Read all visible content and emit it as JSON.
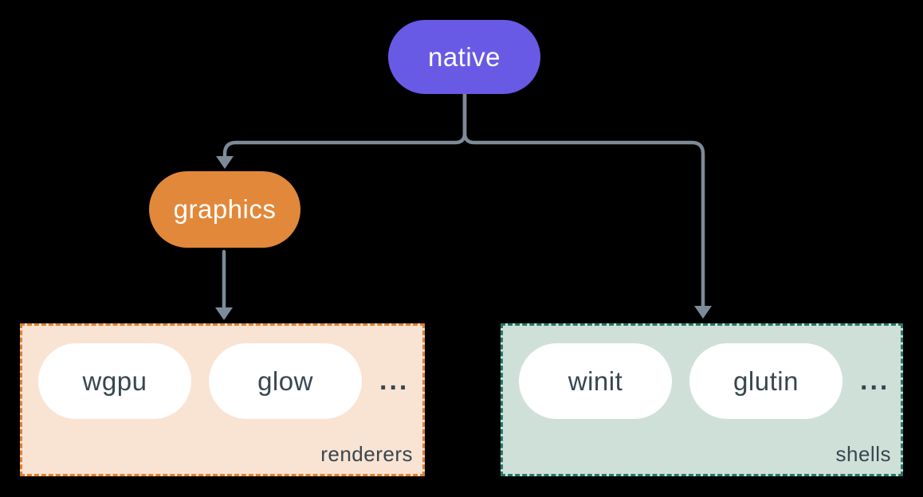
{
  "diagram": {
    "nodes": {
      "native": {
        "label": "native"
      },
      "graphics": {
        "label": "graphics"
      }
    },
    "groups": {
      "renderers": {
        "label": "renderers",
        "items": [
          "wgpu",
          "glow"
        ],
        "ellipsis": "..."
      },
      "shells": {
        "label": "shells",
        "items": [
          "winit",
          "glutin"
        ],
        "ellipsis": "..."
      }
    }
  },
  "colors": {
    "background": "#000000",
    "native_fill": "#695ae6",
    "graphics_fill": "#e2883a",
    "node_text": "#ffffff",
    "renderers_fill": "#f9e3d3",
    "renderers_border": "#e0802f",
    "shells_fill": "#cfe0d9",
    "shells_border": "#26786b",
    "pill_fill": "#ffffff",
    "pill_text": "#37474f",
    "connector": "#7d8b99"
  }
}
